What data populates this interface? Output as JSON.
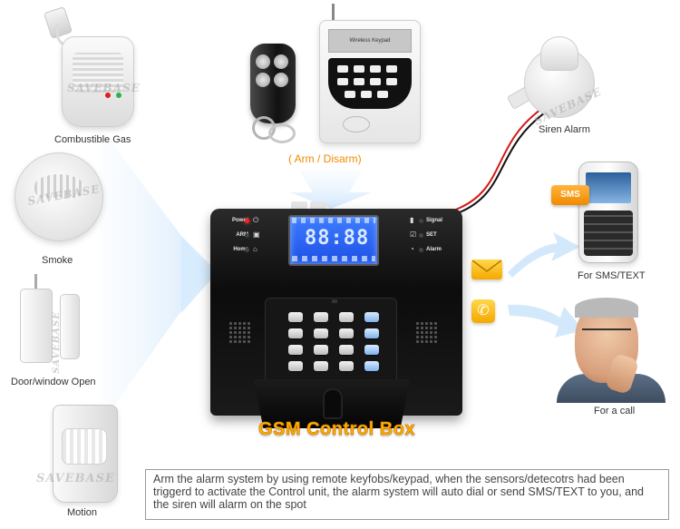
{
  "sensors": {
    "gas": "Combustible Gas",
    "smoke": "Smoke",
    "door": "Door/window Open",
    "motion": "Motion"
  },
  "arm_disarm": "( Arm / Disarm)",
  "keypad_label": "Wireless  Keypad",
  "watermark": "SAVEBASE",
  "siren": "Siren Alarm",
  "sms_badge": "SMS",
  "sms_label": "For SMS/TEXT",
  "call_label": "For a call",
  "control_box": {
    "title": "GSM Control Box",
    "left_tags": [
      "Power",
      "ARM",
      "Home"
    ],
    "right_tags": [
      "Signal",
      "SET",
      "Alarm"
    ],
    "lcd_time": "88:88"
  },
  "description": "Arm the alarm system by using remote keyfobs/keypad, when the sensors/detecotrs had been triggerd to activate the Control unit, the alarm system will auto dial or send SMS/TEXT to you, and the siren will alarm on the spot",
  "icons": [
    "envelope-icon",
    "phone-icon"
  ],
  "colors": {
    "accent_orange": "#f28a00",
    "title_gold": "#ffb000",
    "lcd_blue": "#2a62f2",
    "ray_blue": "#dcefff"
  }
}
